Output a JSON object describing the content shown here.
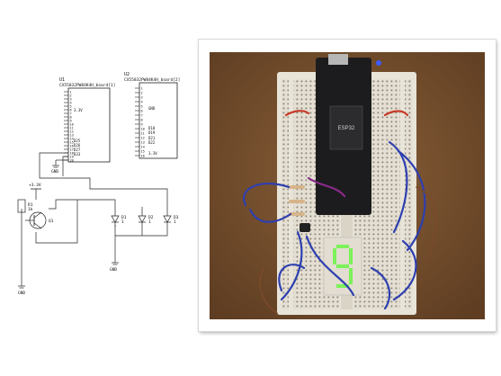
{
  "schematic": {
    "u1": {
      "ref": "U1",
      "part": "CX55832PW84K4H_board[1]",
      "pins": [
        "1",
        "2",
        "3",
        "4",
        "5",
        "6",
        "7",
        "8",
        "9",
        "10",
        "11",
        "12",
        "13",
        "14",
        "15",
        "16",
        "17",
        "18",
        "19",
        "20"
      ],
      "labels": [
        "3.3V",
        "D25",
        "D26",
        "D27",
        "D33"
      ]
    },
    "u2": {
      "ref": "U2",
      "part": "CX55832PW84K4H_board[2]",
      "pins": [
        "1",
        "2",
        "3",
        "4",
        "5",
        "6",
        "7",
        "8",
        "9",
        "10",
        "11",
        "12",
        "13",
        "14",
        "15",
        "16"
      ],
      "labels": [
        "GND",
        "D18",
        "D19",
        "D21",
        "D22",
        "3.3V"
      ]
    },
    "gnd_u1": "GND",
    "supply": "+3.3V",
    "r1": {
      "ref": "R1",
      "value": "1k"
    },
    "q1": "Q1",
    "gnd_bottom": "GND",
    "gnd_leds": "GND",
    "leds": [
      {
        "ref": "D1",
        "value": "1"
      },
      {
        "ref": "D2",
        "value": "1"
      },
      {
        "ref": "D3",
        "value": "1"
      }
    ]
  },
  "photo": {
    "board_label": "ESP32",
    "colors": {
      "table": "#7a5230",
      "breadboard": "#e6e2d6",
      "wire_blue": "#2e3fb0",
      "wire_red": "#c83a2a",
      "segment": "#7cf25a"
    }
  }
}
